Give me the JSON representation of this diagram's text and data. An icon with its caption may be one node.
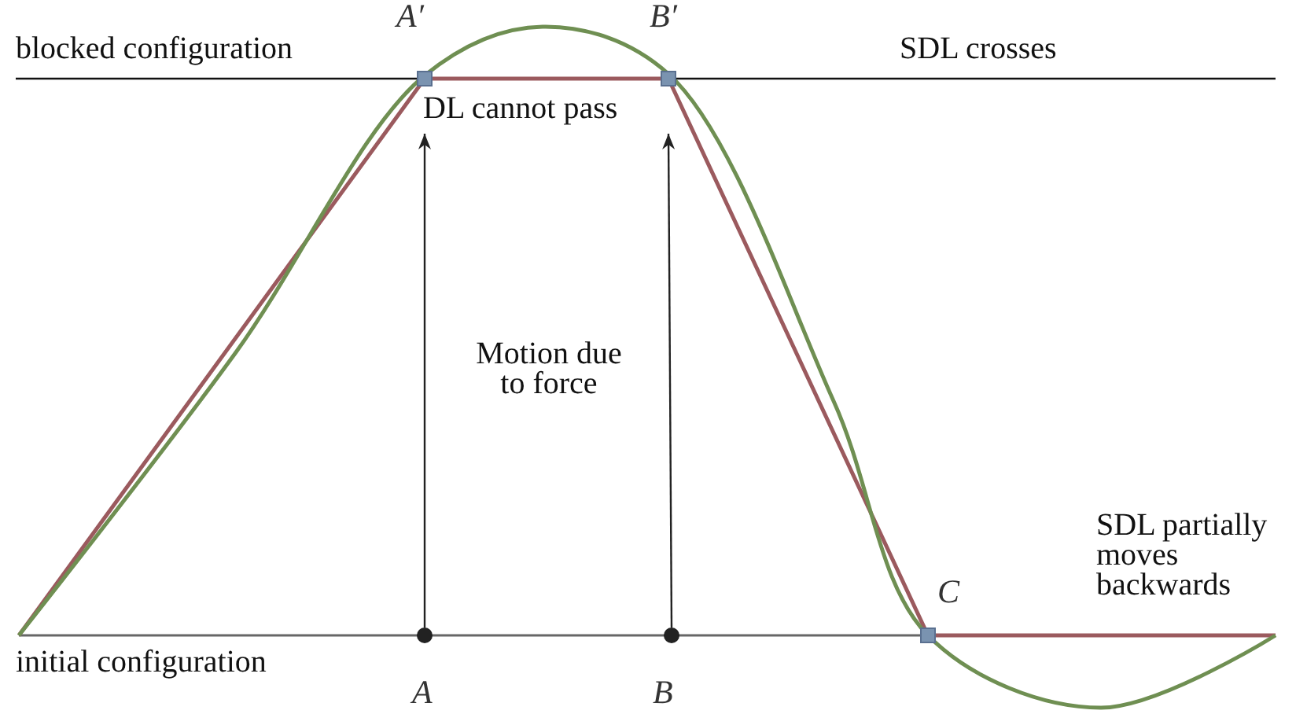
{
  "diagram": {
    "nodes": [
      {
        "text": [],
        "shape": "circle",
        "beside": [
          "A"
        ]
      },
      {
        "text": [],
        "shape": "box",
        "beside": [
          "A′"
        ]
      },
      {
        "text": [],
        "shape": "circle",
        "beside": [
          "B"
        ]
      },
      {
        "text": [],
        "shape": "box",
        "beside": [
          "B′"
        ]
      },
      {
        "text": [],
        "shape": "box",
        "beside": [
          "C"
        ]
      }
    ],
    "edges": [
      {
        "from": 0,
        "to": 1,
        "arrow": "to"
      },
      {
        "from": 2,
        "to": 3,
        "arrow": "to"
      }
    ],
    "labels": [
      "blocked configuration",
      "SDL crosses",
      "DL cannot pass",
      "Motion due to force",
      "SDL partially moves backwards",
      "initial configuration"
    ]
  }
}
